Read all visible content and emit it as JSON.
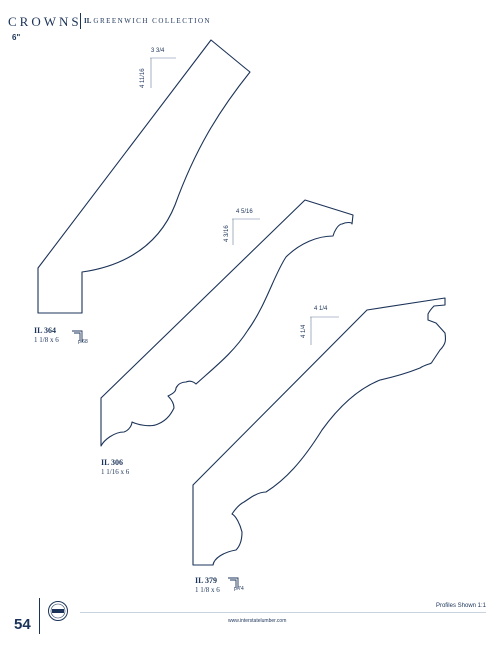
{
  "header": {
    "title": "CROWNS",
    "collection_prefix": "IL",
    "collection": "GREENWICH COLLECTION",
    "size": "6\""
  },
  "profiles": [
    {
      "id": "IL 364",
      "size": "1 1/8 x 6",
      "page_ref": "p.68",
      "height": "4 11/16",
      "projection": "3 3/4"
    },
    {
      "id": "IL 306",
      "size": "1 1/16 x 6",
      "height": "4 3/16",
      "projection": "4 5/16"
    },
    {
      "id": "IL 379",
      "size": "1 1/8 x 6",
      "page_ref": "p.74",
      "height": "4 1/4",
      "projection": "4 1/4"
    }
  ],
  "footer": {
    "page_number": "54",
    "note": "Profiles Shown 1:1",
    "url": "www.interstatelumber.com"
  },
  "colors": {
    "ink": "#1b3358",
    "rule": "#c9d3de"
  }
}
